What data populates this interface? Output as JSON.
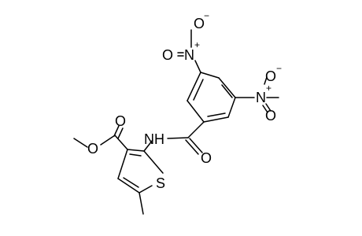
{
  "molecule": {
    "atoms": {
      "nitro_top_o_minus": "O",
      "nitro_top_minus": "−",
      "nitro_top_o_double": "O",
      "nitro_top_n": "N",
      "nitro_top_plus": "+",
      "nitro_right_o_minus": "O",
      "nitro_right_minus": "−",
      "nitro_right_o_double": "O",
      "nitro_right_n": "N",
      "nitro_right_plus": "+",
      "ester_carbonyl_o": "O",
      "ester_ether_o": "O",
      "amide_n": "N",
      "amide_h": "H",
      "amide_carbonyl_o": "O",
      "thiophene_s": "S"
    }
  }
}
